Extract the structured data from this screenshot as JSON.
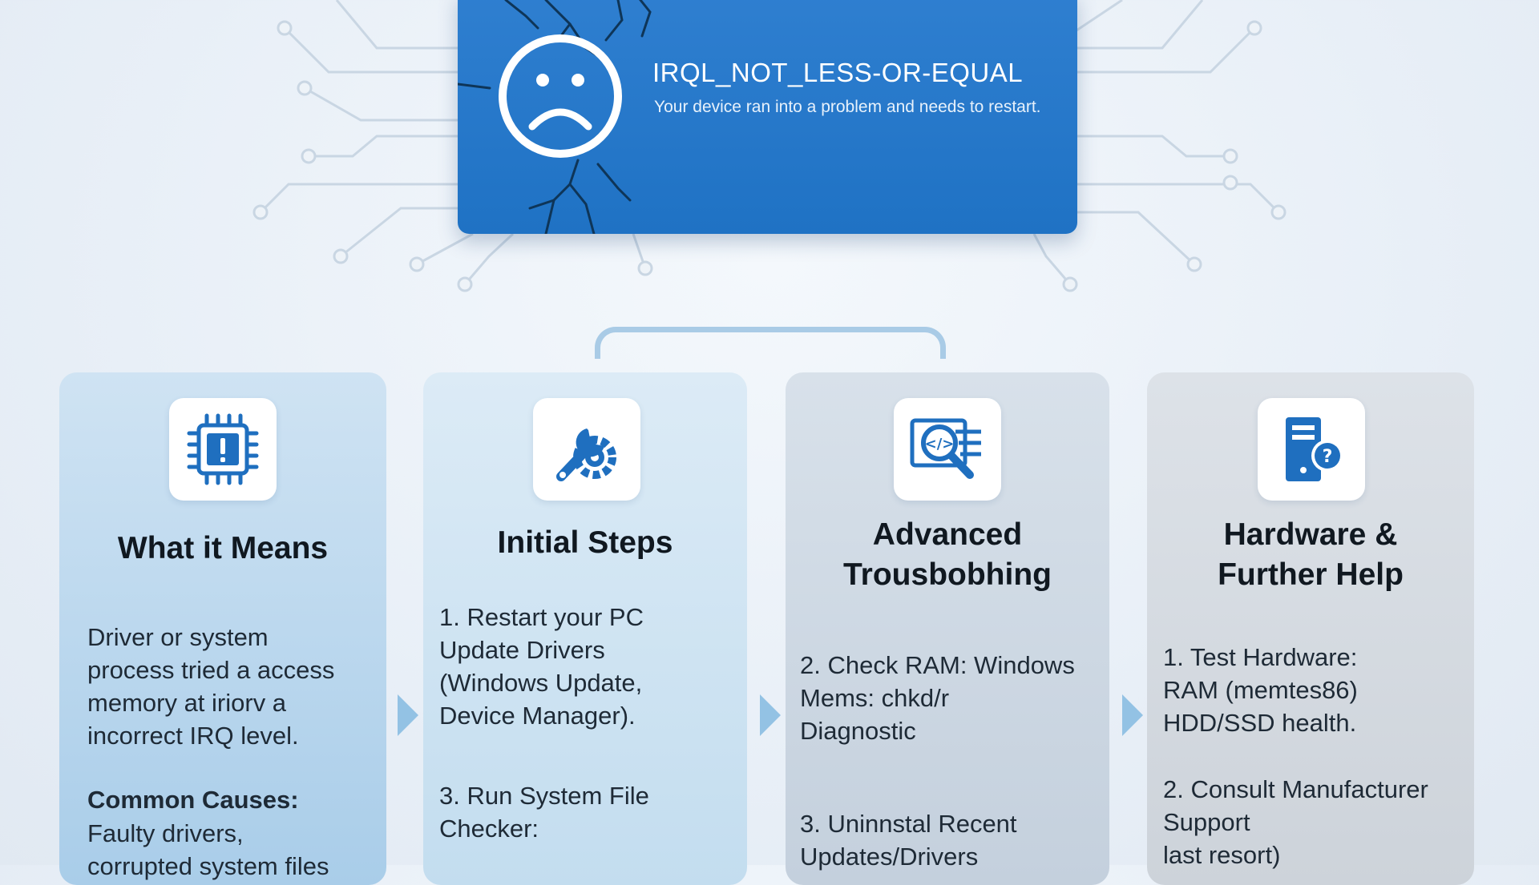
{
  "error_screen": {
    "stop_code": "IRQL_NOT_LESS-OR-EQUAL",
    "message": "Your device ran into a problem and needs to restart.",
    "icon": "sad-face-icon"
  },
  "colors": {
    "bsod_blue": "#1f72c4",
    "card_blue": "#a9cde9",
    "card_gray": "#cdd3da",
    "icon_blue": "#1f6fbf",
    "arrow": "#93c2e4"
  },
  "cards": [
    {
      "icon": "chip-alert-icon",
      "title": "What it Means",
      "body": "Driver or system\nprocess tried a access\nmemory at iriorv a\nincorrect IRQ level.",
      "subheading": "Common Causes:",
      "subbody": "Faulty drivers,\ncorrupted system files"
    },
    {
      "icon": "wrench-gear-icon",
      "title": "Initial Steps",
      "step1": "1. Restart your PC\n    Update Drivers\n    (Windows Update,\n    Device Manager).",
      "step2": "3. Run System File\n    Checker:"
    },
    {
      "icon": "code-search-icon",
      "title_line1": "Advanced",
      "title_line2": "Trousbobhing",
      "step1": "2. Check RAM: Windows\n    Mems: chkd/r\n      Diagnostic",
      "step2": "3. Uninnstal Recent\n    Updates/Drivers"
    },
    {
      "icon": "server-help-icon",
      "title_line1": "Hardware &",
      "title_line2": "Further Help",
      "step1": "1. Test Hardware:\n    RAM (memtes86)\n    HDD/SSD health.",
      "step2": "2. Consult Manufacturer\n    Support\n    last resort)"
    }
  ]
}
